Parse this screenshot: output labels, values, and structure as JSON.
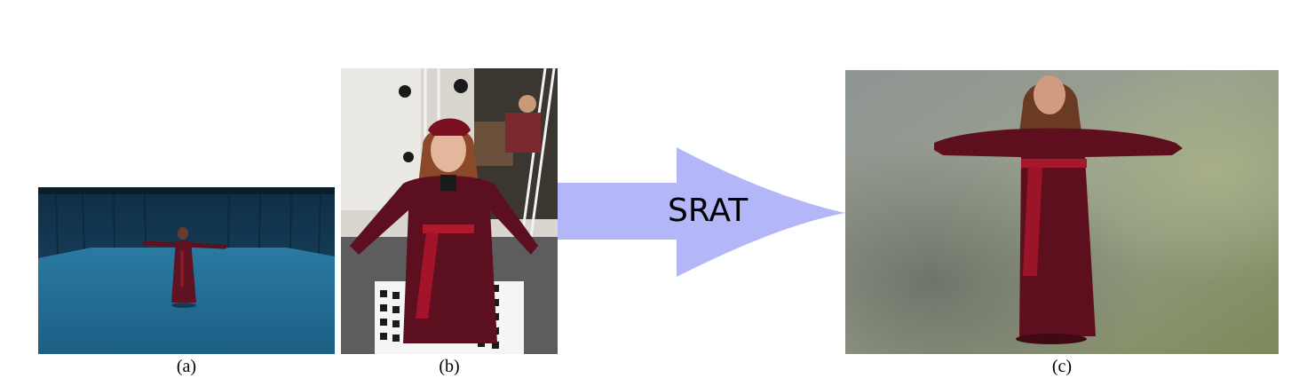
{
  "figure": {
    "arrow_label": "SRAT",
    "captions": [
      "(a)",
      "(b)",
      "(c)"
    ],
    "colors": {
      "arrow": "#b3b6f7",
      "studio_blue": "#1d5a7e",
      "dress_red": "#6b1424",
      "sash_red": "#b0182c"
    }
  }
}
